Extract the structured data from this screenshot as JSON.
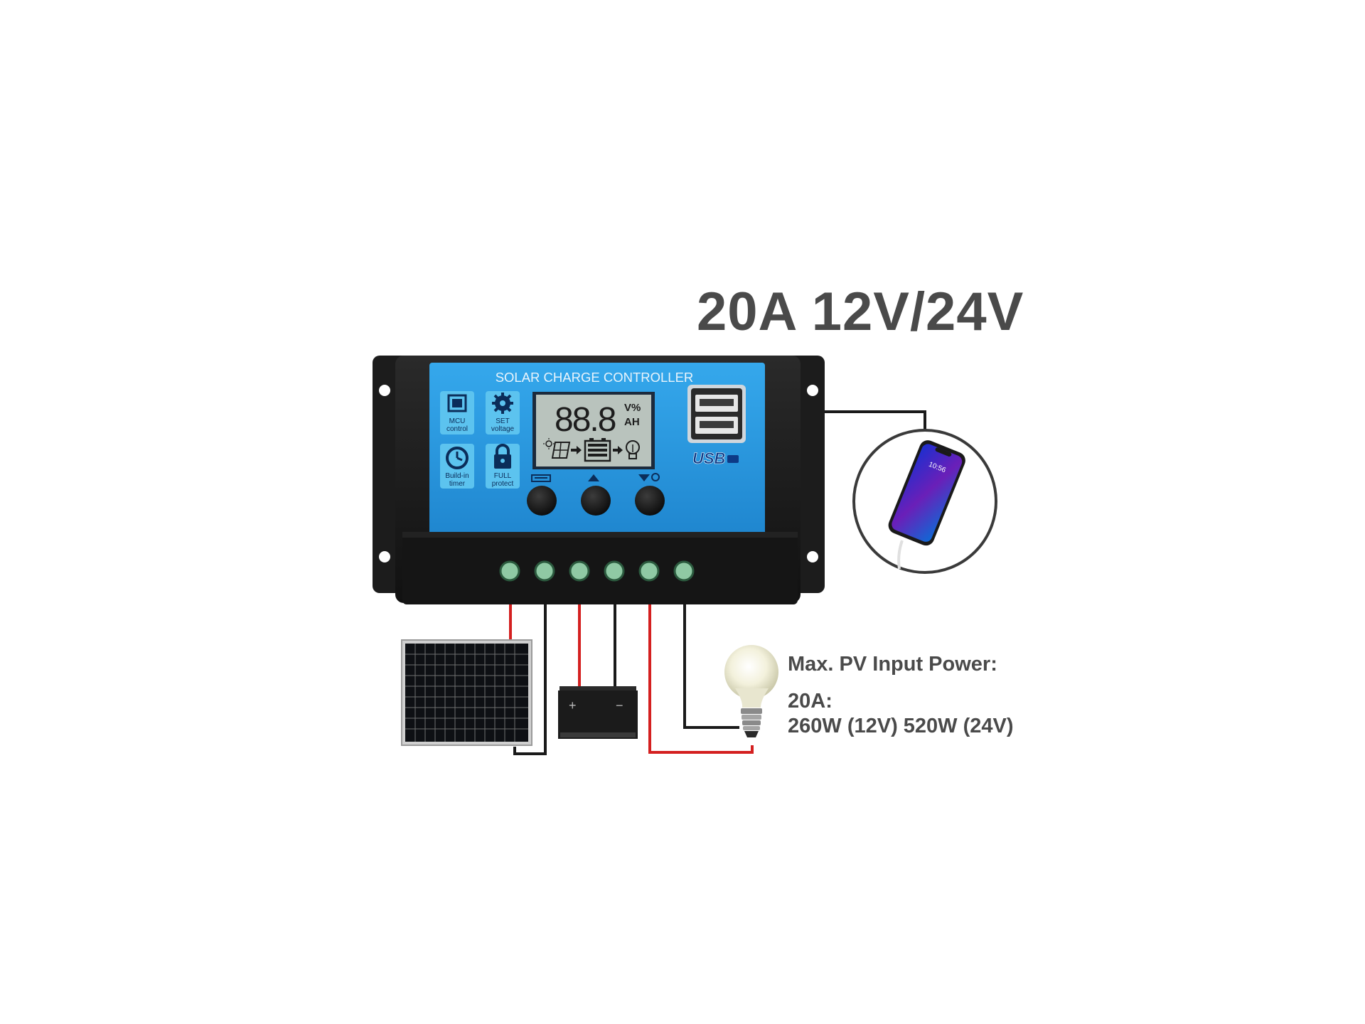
{
  "headline": "20A 12V/24V",
  "controller": {
    "panel_title": "SOLAR CHARGE CONTROLLER",
    "lcd_digits": "88.8",
    "lcd_unit_top": "V%",
    "lcd_unit_bottom": "AH",
    "usb_label": "USB",
    "features": [
      {
        "icon": "chip-icon",
        "line1": "MCU",
        "line2": "control"
      },
      {
        "icon": "gear-icon",
        "line1": "SET",
        "line2": "voltage"
      },
      {
        "icon": "clock-icon",
        "line1": "Build-in",
        "line2": "timer"
      },
      {
        "icon": "lock-icon",
        "line1": "FULL",
        "line2": "protect"
      }
    ],
    "buttons": [
      "menu",
      "up",
      "down"
    ],
    "terminals": 6
  },
  "specs": {
    "heading": "Max. PV Input Power:",
    "rating": "20A:",
    "power": "260W (12V) 520W (24V)"
  },
  "phone_time": "10:56",
  "colors": {
    "panel_blue": "#2a9be0",
    "housing": "#1e1e1e",
    "lcd": "#b9c3bd",
    "wire_red": "#d42020",
    "wire_black": "#1a1a1a",
    "text": "#4a4a4a"
  }
}
